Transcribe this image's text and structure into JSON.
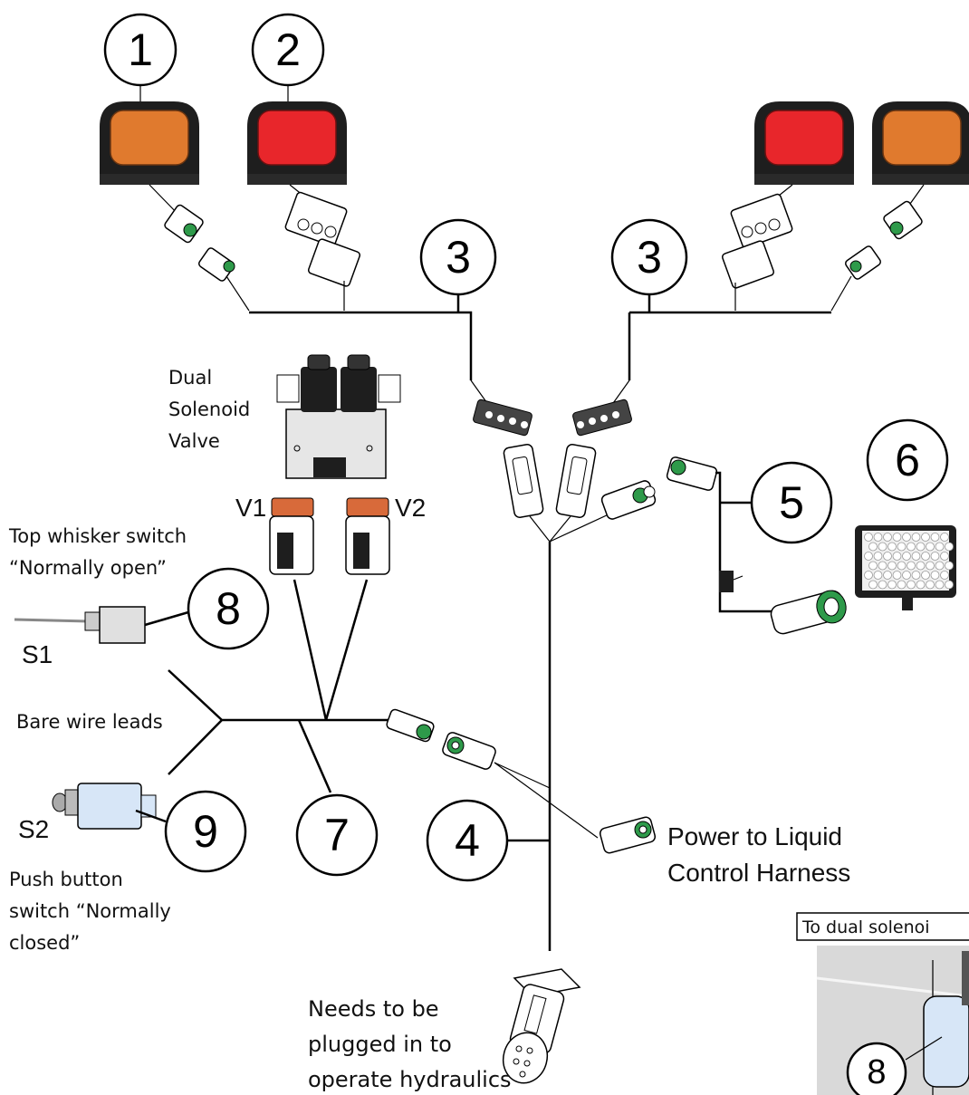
{
  "callouts": {
    "c1": "1",
    "c2": "2",
    "c3a": "3",
    "c3b": "3",
    "c4": "4",
    "c5": "5",
    "c6": "6",
    "c7": "7",
    "c8": "8",
    "c9": "9",
    "c8_inset": "8"
  },
  "labels": {
    "dual_line1": "Dual",
    "dual_line2": "Solenoid",
    "dual_line3": "Valve",
    "v1": "V1",
    "v2": "V2",
    "top_whisker_line1": "Top whisker switch",
    "top_whisker_line2": "“Normally open”",
    "s1": "S1",
    "bare_wire": "Bare wire leads",
    "s2": "S2",
    "push_line1": "Push button",
    "push_line2": "switch “Normally",
    "push_line3": "closed”",
    "power_line1": "Power to Liquid",
    "power_line2": "Control Harness",
    "needs_line1": "Needs to be",
    "needs_line2": "plugged in to",
    "needs_line3": "operate hydraulics",
    "inset_title": "To dual solenoi"
  },
  "colors": {
    "amber_lamp": "#e07a2e",
    "red_lamp": "#e8262b",
    "lamp_housing": "#1e1e1e",
    "seal_green": "#2e9a4a",
    "connector_orange": "#d86a3a",
    "valve_block": "#e6e6e6",
    "switch_blue": "#d7e6f7",
    "inset_bg": "#d9d9d9"
  },
  "icons": [
    "amber-lamp-icon",
    "red-lamp-icon",
    "weatherpack-connector-icon",
    "solenoid-valve-icon",
    "deutsch-connector-icon",
    "whisker-switch-icon",
    "push-button-switch-icon",
    "led-work-light-icon",
    "toggle-switch-icon",
    "trailer-plug-icon"
  ]
}
